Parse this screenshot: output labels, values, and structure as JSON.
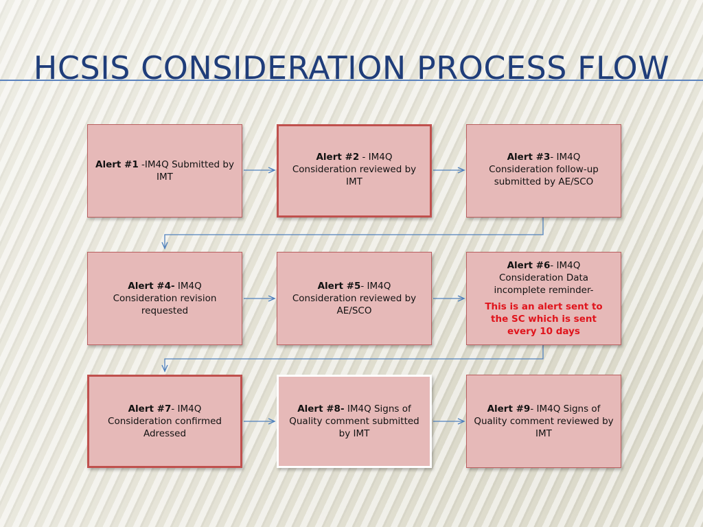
{
  "title": "HCSIS Consideration Process Flow",
  "alerts": [
    {
      "label": "Alert #1",
      "text": " -IM4Q Submitted by IMT"
    },
    {
      "label": "Alert #2",
      "text": " - IM4Q Consideration reviewed by IMT"
    },
    {
      "label": "Alert #3",
      "text": "- IM4Q Consideration follow-up submitted by AE/SCO"
    },
    {
      "label": "Alert #4-",
      "text": " IM4Q Consideration revision requested"
    },
    {
      "label": "Alert #5",
      "text": "- IM4Q Consideration reviewed by AE/SCO"
    },
    {
      "label": "Alert #6",
      "text": "- IM4Q Consideration Data incomplete reminder-",
      "note": "This is an alert  sent to the SC which is sent every 10 days"
    },
    {
      "label": "Alert #7",
      "text": "- IM4Q Consideration confirmed Adressed"
    },
    {
      "label": "Alert #8-",
      "text": " IM4Q Signs of Quality comment submitted by IMT"
    },
    {
      "label": "Alert #9",
      "text": "- IM4Q Signs of Quality comment reviewed by IMT"
    }
  ],
  "colors": {
    "box_fill": "#e6b9b8",
    "box_border": "#c0504d",
    "connector": "#4f81bd",
    "title": "#1f3d7a",
    "note": "#e0141c"
  }
}
